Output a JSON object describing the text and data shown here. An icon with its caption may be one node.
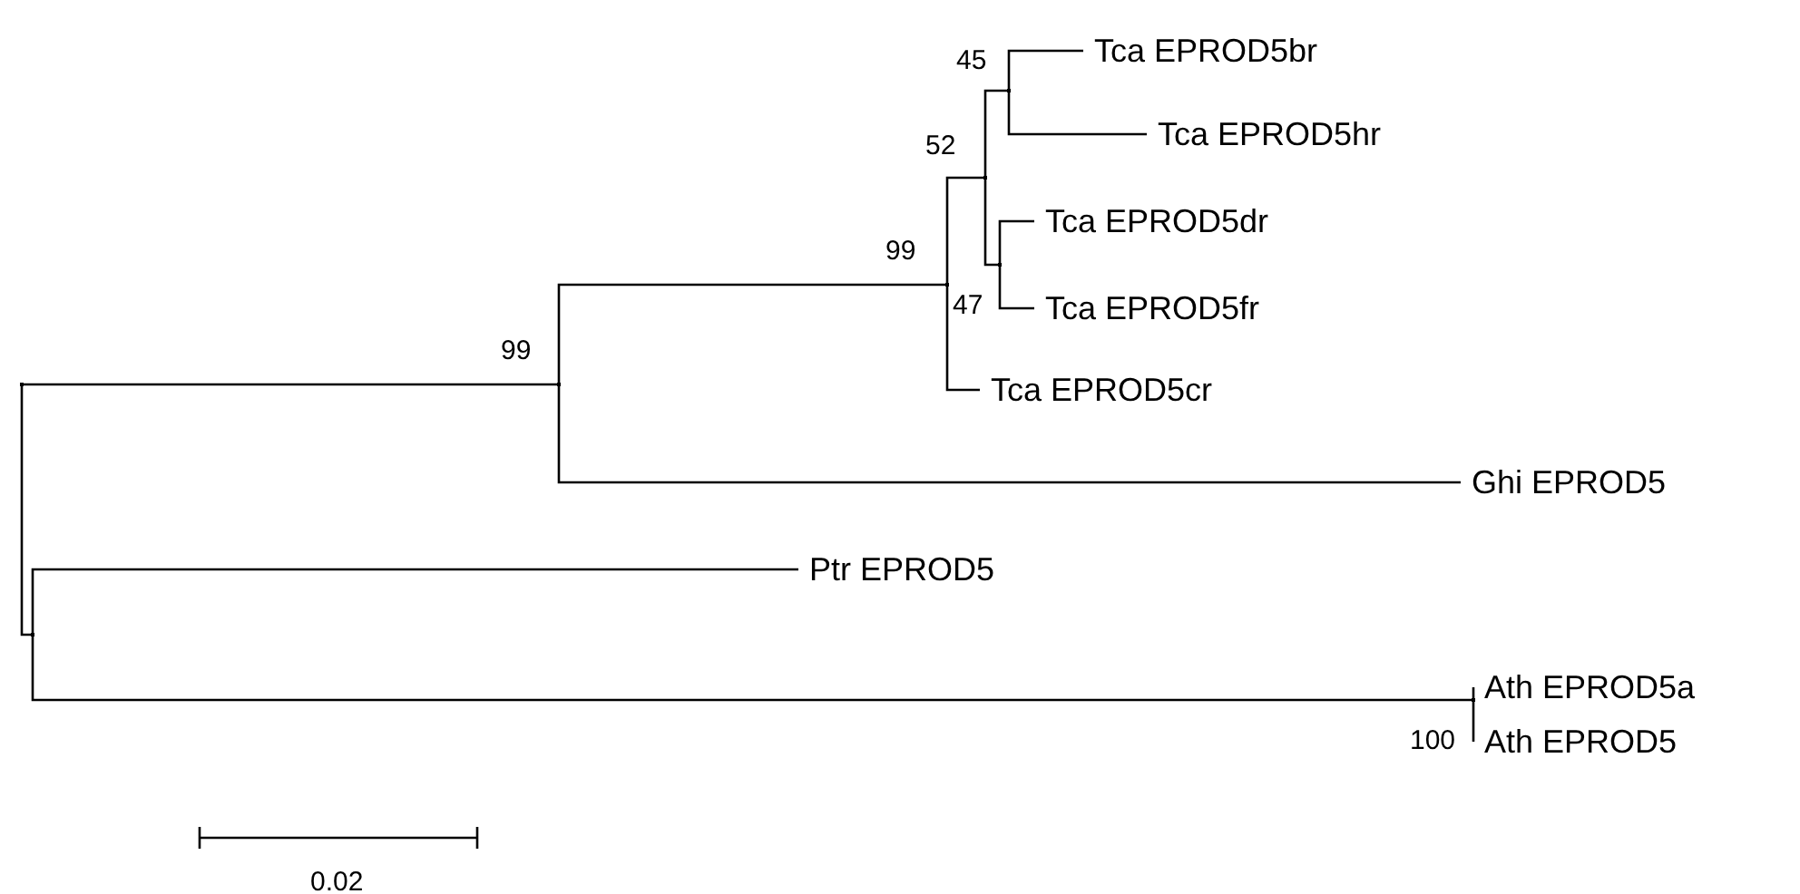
{
  "diagram": {
    "nodes": [
      {
        "text": [],
        "shape": "point"
      },
      {
        "text": [],
        "shape": "point",
        "beside": [
          "99"
        ]
      },
      {
        "text": [],
        "shape": "point",
        "beside": [
          "99",
          "47"
        ]
      },
      {
        "text": [],
        "shape": "point",
        "beside": [
          "52"
        ]
      },
      {
        "text": [],
        "shape": "point",
        "beside": [
          "45"
        ]
      },
      {
        "text": [
          "Tca EPROD5br"
        ]
      },
      {
        "text": [
          "Tca EPROD5hr"
        ]
      },
      {
        "text": [],
        "shape": "point"
      },
      {
        "text": [
          "Tca EPROD5dr"
        ]
      },
      {
        "text": [
          "Tca EPROD5fr"
        ]
      },
      {
        "text": [
          "Tca EPROD5cr"
        ]
      },
      {
        "text": [
          "Ghi EPROD5"
        ]
      },
      {
        "text": [],
        "shape": "point"
      },
      {
        "text": [
          "Ptr EPROD5"
        ]
      },
      {
        "text": [],
        "shape": "point",
        "beside": [
          "100"
        ]
      },
      {
        "text": [
          "Ath EPROD5a"
        ]
      },
      {
        "text": [
          "Ath EPROD5"
        ]
      }
    ],
    "edges": [
      {
        "from": 0,
        "to": 1,
        "arrow": "none"
      },
      {
        "from": 0,
        "to": 12,
        "arrow": "none"
      },
      {
        "from": 1,
        "to": 2,
        "arrow": "none"
      },
      {
        "from": 1,
        "to": 11,
        "arrow": "none"
      },
      {
        "from": 2,
        "to": 3,
        "arrow": "none"
      },
      {
        "from": 2,
        "to": 10,
        "arrow": "none"
      },
      {
        "from": 3,
        "to": 4,
        "arrow": "none"
      },
      {
        "from": 3,
        "to": 7,
        "arrow": "none"
      },
      {
        "from": 4,
        "to": 5,
        "arrow": "none"
      },
      {
        "from": 4,
        "to": 6,
        "arrow": "none"
      },
      {
        "from": 7,
        "to": 8,
        "arrow": "none"
      },
      {
        "from": 7,
        "to": 9,
        "arrow": "none"
      },
      {
        "from": 12,
        "to": 13,
        "arrow": "none"
      },
      {
        "from": 12,
        "to": 14,
        "arrow": "none"
      },
      {
        "from": 14,
        "to": 15,
        "arrow": "none"
      },
      {
        "from": 14,
        "to": 16,
        "arrow": "none"
      }
    ],
    "labels": [
      "0.02"
    ]
  }
}
